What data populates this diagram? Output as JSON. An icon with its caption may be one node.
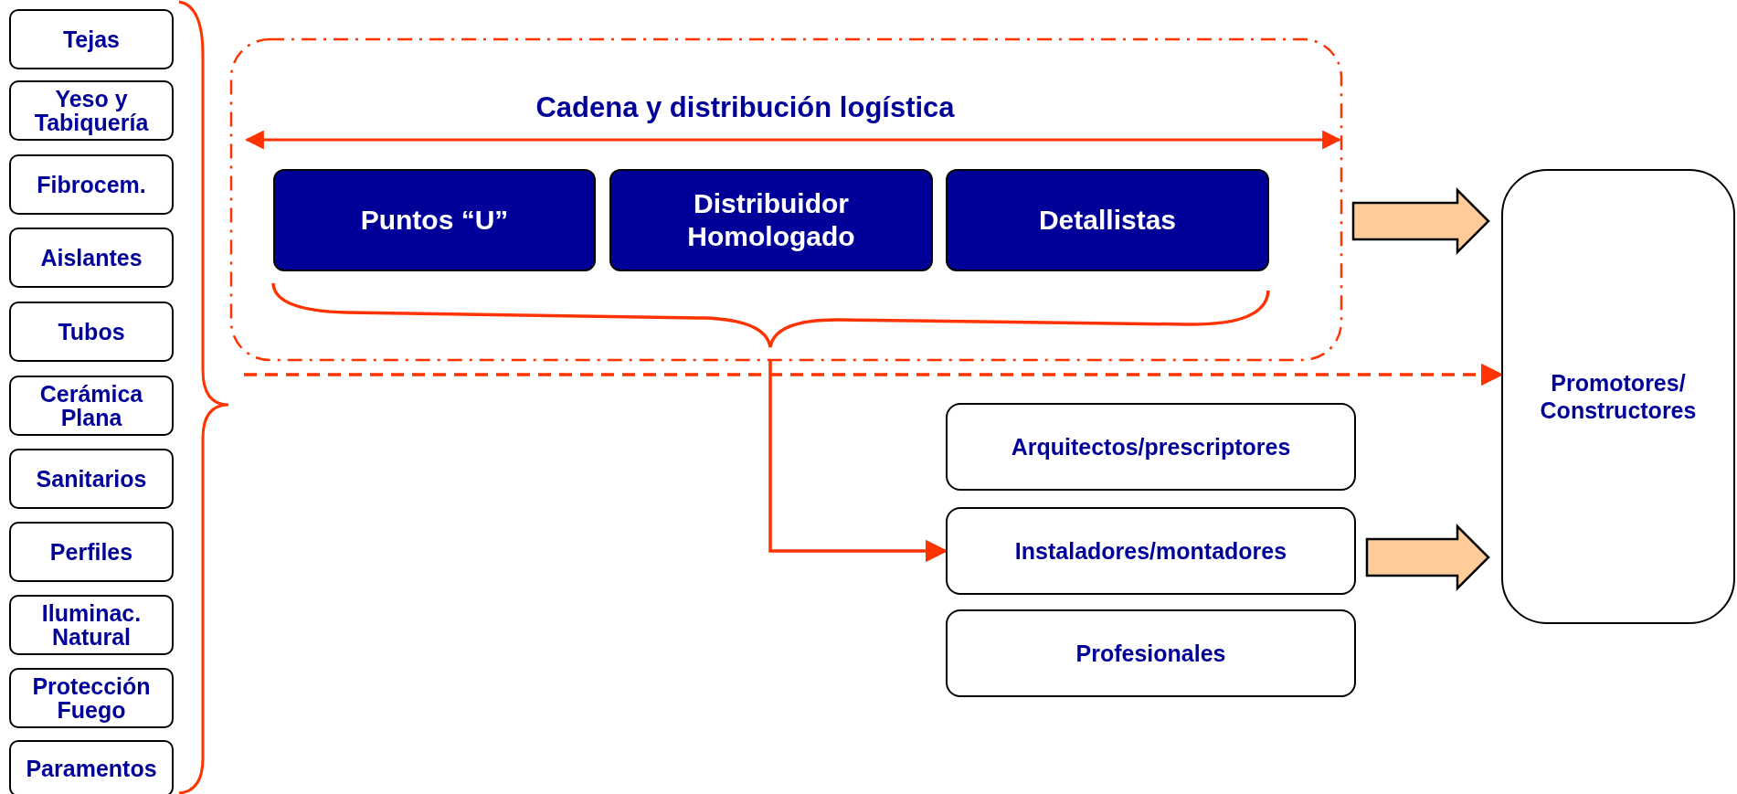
{
  "diagram": {
    "nodes": [
      {
        "text": [
          "Tejas"
        ]
      },
      {
        "text": [
          "Yeso y Tabiquería"
        ]
      },
      {
        "text": [
          "Fibrocem."
        ]
      },
      {
        "text": [
          "Aislantes"
        ]
      },
      {
        "text": [
          "Tubos"
        ]
      },
      {
        "text": [
          "Cerámica Plana"
        ]
      },
      {
        "text": [
          "Sanitarios"
        ]
      },
      {
        "text": [
          "Perfiles"
        ]
      },
      {
        "text": [
          "Iluminac. Natural"
        ]
      },
      {
        "text": [
          "Protección Fuego"
        ]
      },
      {
        "text": [
          "Paramentos"
        ]
      },
      {
        "text": [
          "Cadena y distribución logística"
        ]
      },
      {
        "text": [
          "Puntos “U”"
        ],
        "in": 11
      },
      {
        "text": [
          "Distribuidor Homologado"
        ],
        "in": 11
      },
      {
        "text": [
          "Detallistas"
        ],
        "in": 11
      },
      {
        "text": [
          "Arquitectos/prescriptores"
        ]
      },
      {
        "text": [
          "Instaladores/montadores"
        ]
      },
      {
        "text": [
          "Profesionales"
        ]
      },
      {
        "text": [
          "Promotores/ Constructores"
        ]
      }
    ],
    "edges": [
      {
        "from": 11,
        "to": 18,
        "arrow": "to",
        "style": "thick",
        "color": "#ffcc99"
      },
      {
        "from": 11,
        "to": 18,
        "arrow": "to",
        "style": "dashed"
      },
      {
        "from": 11,
        "to": 16,
        "arrow": "to"
      },
      {
        "from": 16,
        "to": 18,
        "arrow": "to",
        "style": "thick",
        "color": "#ffcc99"
      }
    ]
  }
}
